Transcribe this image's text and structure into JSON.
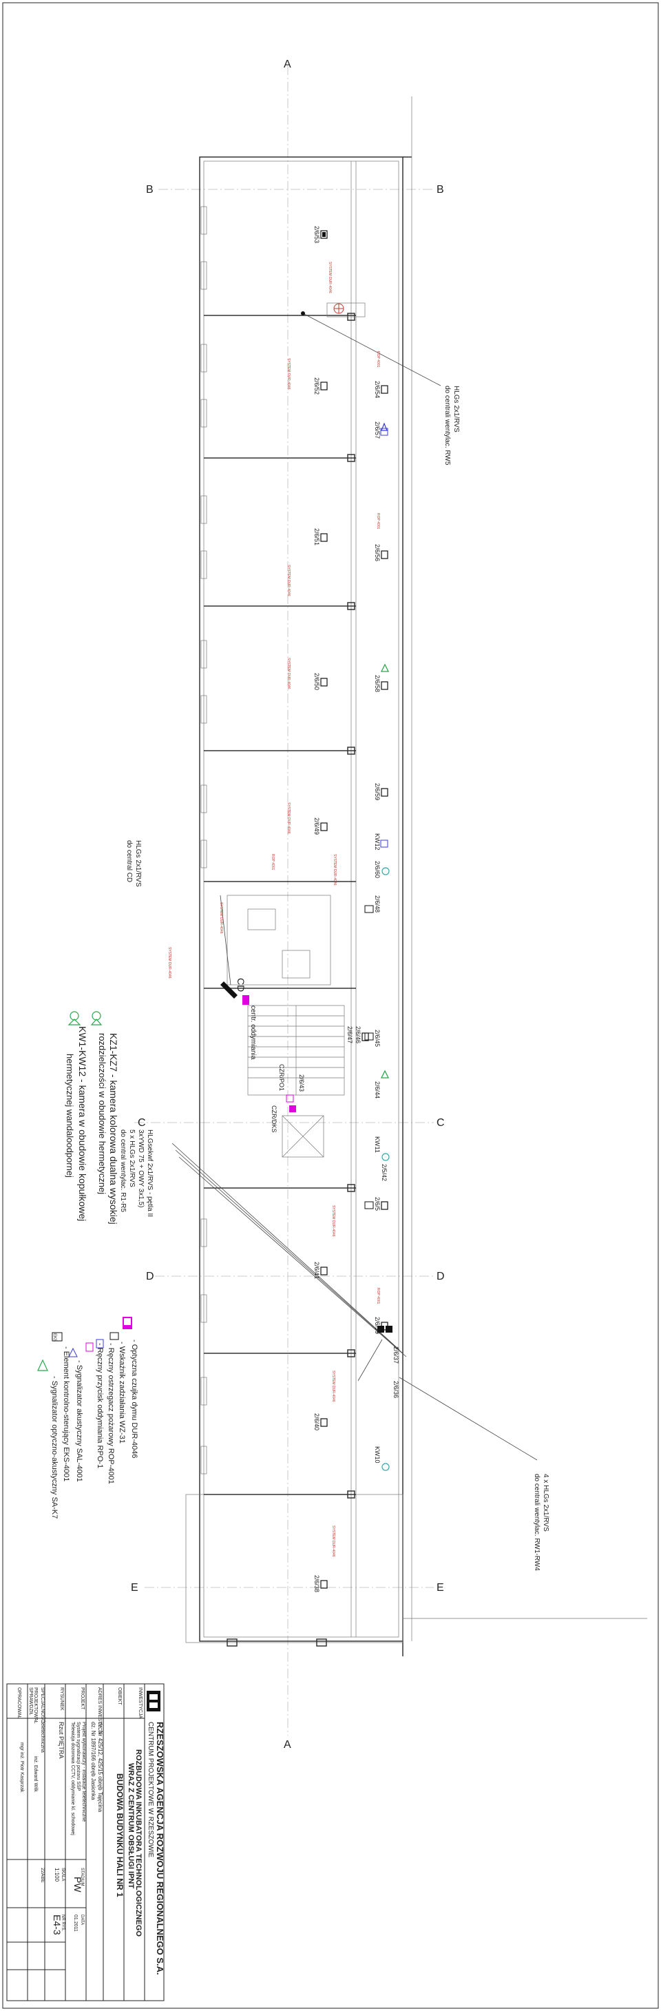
{
  "axes": {
    "A_top": "A",
    "A_bottom": "A",
    "B_left": "B",
    "B_right": "B",
    "C_left": "C",
    "C_right": "C",
    "D_left": "D",
    "D_right": "D",
    "E_left": "E",
    "E_right": "E"
  },
  "callouts": {
    "c1_line1": "HLGs 2x1/RVS",
    "c1_line2": "do centrali wentylac. RW5",
    "c2_line1": "HLGs 2x1/RVS",
    "c2_line2": "do central CD",
    "c3_line1": "HLGsekwf 2x1/RVS - pętla II",
    "c3_line2": "3xYWD 75 + OWY 3x1,5)",
    "c3_line3": "5 x HLGs 2x1/RVS",
    "c3_line4": "do central wentylac. R1-R5",
    "c4_line1": "4 x HLGs 2x1/RVS",
    "c4_line2": "do centrali wentylac. RW1-RW4",
    "cd_label": "CD",
    "centr_label": "centr. oddymiania"
  },
  "devices": {
    "d1": "2/6/53",
    "d2": "2/6/52",
    "d3": "2/6/54",
    "d4": "2/6/51",
    "d5": "2/6/56",
    "d6": "2/6/50",
    "d7": "2/6/57",
    "d8": "2/6/58",
    "d9": "2/6/49",
    "d10": "2/6/59",
    "d11": "KW12",
    "d12": "2/6/60",
    "d13": "2/6/48",
    "d14": "2/6/47",
    "d15": "2/6/46",
    "d16": "2/6/45",
    "d17": "2/6/44",
    "d18": "2/6/43",
    "d19": "KW11",
    "d20": "2/5/42",
    "d21": "2/6/5",
    "d22": "2/6/41",
    "d23": "2/6/39",
    "d24": "2/6/37",
    "d25": "2/6/36",
    "d26": "2/6/40",
    "d27": "KW10",
    "d28": "2/6/38",
    "cz": "CZR/PO1",
    "cz2": "CZR/DKS"
  },
  "legend": {
    "cameras_title": "KZ1-KZ7 - kamera kolorowa dualna wysokiej",
    "cameras_l2": "rozdzielczości w obudowie hermetycznej",
    "cameras_l3": "KW1-KW12 - kamera w obudowie kopułkowej",
    "cameras_l4": "hermetycznej wandaloodpornej",
    "i1": "- Optyczna czujka dymu DUR-4046",
    "i2": "- Wskaźnik zadziałania WZ-31",
    "i3": "- Ręczny ostrzegacz pożarowy ROP-4001",
    "i4": "- Ręczny przycisk oddymiania RPO-1",
    "i5": "- Sygnalizator akustyczny SAL-4001",
    "i6": "- Element kontrolno-sterujący EKS-4001",
    "i7": "- Sygnalizator optyczno-akustyczny SA-K7",
    "eks": "EKS"
  },
  "title_block": {
    "company_l1": "RZESZOWSKA AGENCJA ROZWOJU REGIONALNEGO S.A.",
    "company_l2": "CENTRUM PROJEKTOWE W RZESZOWIE",
    "inv_label": "INWESTYCJA",
    "inv_l1": "ROZBUDOWA INKUBATORA TECHNOLOGICZNEGO",
    "inv_l2": "WRAZ Z CENTRUM OBSŁUGI IPNT",
    "obj_label": "OBIEKT",
    "obj": "BUDOWA BUDYNKU HALI NR 1",
    "addr_label": "ADRES INWESTYCJI",
    "addr_l1": "dz. Nr 425/12, 425/15 obręb Tajęcina",
    "addr_l2": "dz. Nr 1897/166 obręb Jasionka",
    "proj_label": "PROJEKT",
    "proj_l1": "Projekt wykonawczy - instalacje teletechniczne",
    "proj_l2": "System sygnalizacji pożaru SSP",
    "proj_l3": "Telewizja dozorowa CCTV, oddymianie kl. schodowej",
    "sheet_label": "RYSUNEK",
    "sheet_title": "Rzut PIĘTRA",
    "stage_label": "STADIUM",
    "stage": "PW",
    "date_label": "DATA",
    "date": "01.2011",
    "scale_label": "SKALA",
    "scale": "1:100",
    "no_label": "NR RYS.",
    "no": "E4-3",
    "spec_label": "SPECJALNOŚĆ",
    "spec": "teletechniczna",
    "designer_label": "PROJEKTOWAŁ",
    "designer": "inż. Edward Wilk",
    "checker_label": "SPRAWDZIŁ",
    "drafter_label": "OPRACOWAŁ",
    "drafter": "mgr inż. Piotr Kasprzak",
    "code": "22ABE"
  },
  "red_notes": {
    "n1": "SYSTEM DUR-4046",
    "n2": "ROP 4001"
  }
}
